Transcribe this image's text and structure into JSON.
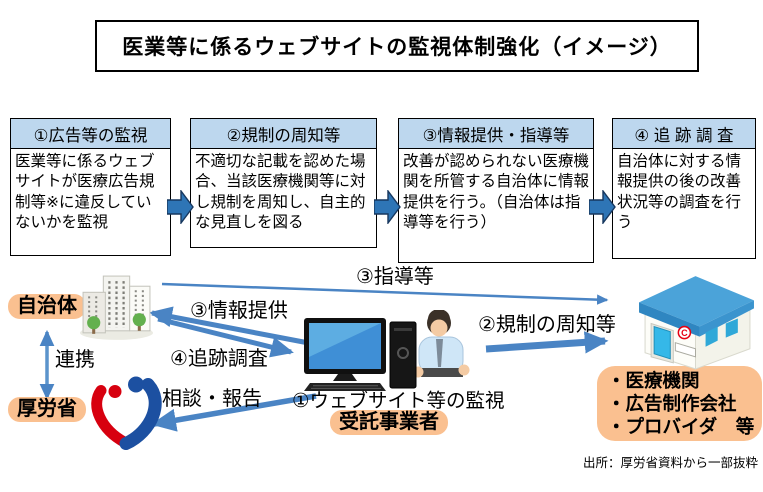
{
  "title": "医業等に係るウェブサイトの監視体制強化（イメージ）",
  "process_boxes": [
    {
      "header": "①広告等の監視",
      "body": "医業等に係るウェブサイトが医療広告規制等※に違反していないかを監視"
    },
    {
      "header": "②規制の周知等",
      "body": "不適切な記載を認めた場合、当該医療機関等に対し規制を周知し、自主的な見直しを図る"
    },
    {
      "header": "③情報提供・指導等",
      "body": "改善が認められない医療機関を所管する自治体に情報提供を行う。（自治体は指導等を行う）"
    },
    {
      "header": "④ 追 跡 調 査",
      "body": "自治体に対する情報提供の後の改善状況等の調査を行う"
    }
  ],
  "actors": {
    "local_government": "自治体",
    "mhlw": "厚労省",
    "contractor": "受託事業者",
    "recipients": [
      "・医療機関",
      "・広告制作会社",
      "・プロバイダ　等"
    ]
  },
  "flows": {
    "cooperation": "連携",
    "guidance": "③指導等",
    "info_provision": "③情報提供",
    "follow_up_survey": "④追跡調査",
    "consult_report": "相談・報告",
    "regulation_notice": "②規制の周知等",
    "website_monitoring": "①ウェブサイト等の監視"
  },
  "source_note": "出所：厚労省資料から一部抜粋",
  "icons": {
    "local_government": "government-building-icon",
    "mhlw": "mhlw-heart-logo-icon",
    "contractor": "computer-and-worker-icon",
    "recipients": "clinic-store-icon"
  },
  "colors": {
    "box_header_bg": "#BDD7EE",
    "block_arrow_fill": "#2E75B6",
    "block_arrow_stroke": "#17375E",
    "flow_arrow": "#4A84C4",
    "label_bg": "#FAC090"
  }
}
